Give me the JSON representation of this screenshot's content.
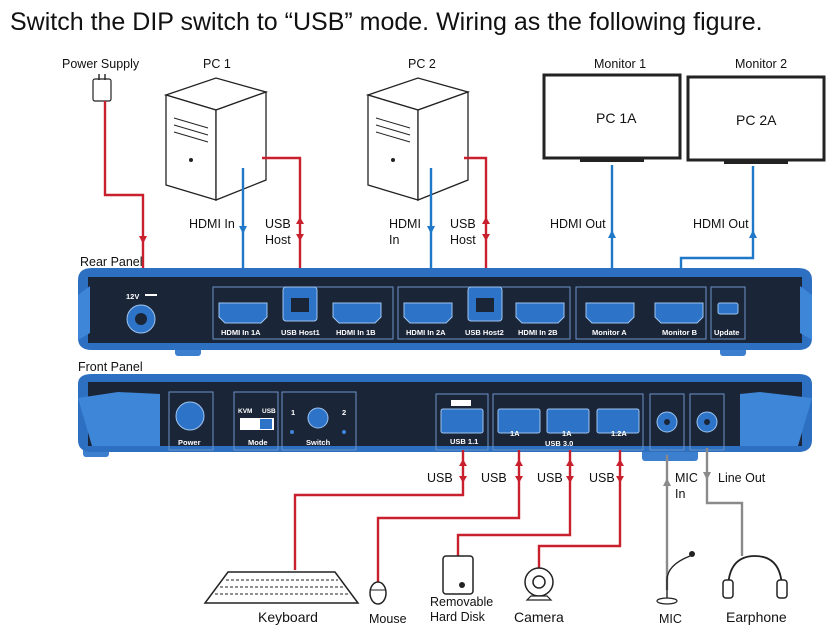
{
  "title": "Switch the DIP switch to “USB” mode. Wiring as the following figure.",
  "devices": {
    "power_supply": "Power Supply",
    "pc1": "PC 1",
    "pc2": "PC 2",
    "monitor1": "Monitor 1",
    "monitor2": "Monitor 2",
    "monitor1_screen": "PC 1A",
    "monitor2_screen": "PC 2A",
    "keyboard": "Keyboard",
    "mouse": "Mouse",
    "removable_line1": "Removable",
    "removable_line2": "Hard Disk",
    "camera": "Camera",
    "mic": "MIC",
    "earphone": "Earphone"
  },
  "cables": {
    "hdmi_in": "HDMI In",
    "hdmi": "HDMI",
    "in": "In",
    "usb": "USB",
    "host": "Host",
    "hdmi_out": "HDMI Out",
    "mic": "MIC",
    "mic_in": "In",
    "line_out": "Line Out"
  },
  "panels": {
    "rear": "Rear Panel",
    "front": "Front Panel"
  },
  "rear_ports": {
    "dc": "12V",
    "hdmi_in_1a": "HDMI In 1A",
    "usb_host1": "USB Host1",
    "hdmi_in_1b": "HDMI In 1B",
    "hdmi_in_2a": "HDMI In 2A",
    "usb_host2": "USB Host2",
    "hdmi_in_2b": "HDMI In 2B",
    "monitor_a": "Monitor A",
    "monitor_b": "Monitor B",
    "update": "Update"
  },
  "front_ports": {
    "power": "Power",
    "kvm": "KVM",
    "usb": "USB",
    "mode": "Mode",
    "switch_1": "1",
    "switch_2": "2",
    "switch": "Switch",
    "usb11": "USB 1.1",
    "p1a": "1A",
    "p1a_b": "1A",
    "p12a": "1.2A",
    "usb30": "USB 3.0"
  },
  "colors": {
    "usb_cable": "#c8202d",
    "hdmi_cable": "#1f78c8",
    "audio_cable": "#8a8a8a",
    "panel_body": "#1b2538",
    "panel_trim": "#2d6fc0"
  }
}
